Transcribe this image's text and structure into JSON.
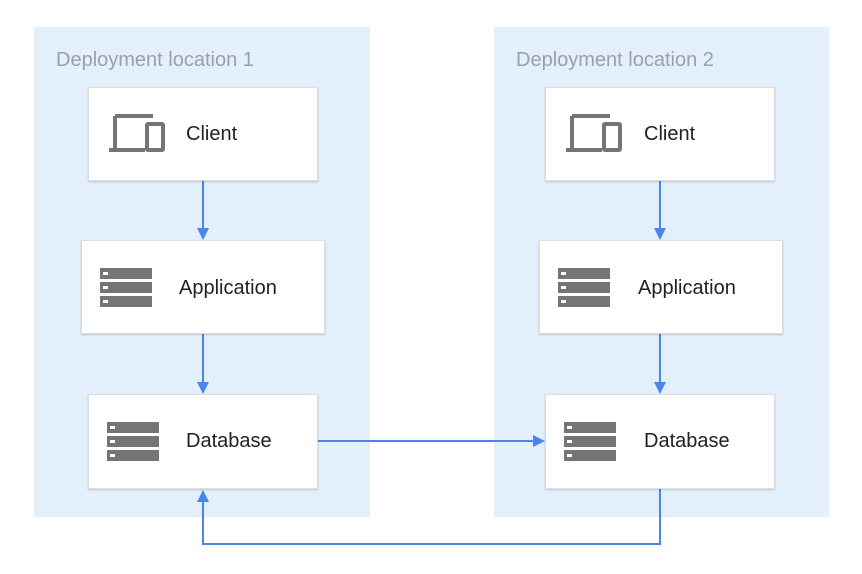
{
  "regions": [
    {
      "title": "Deployment location 1"
    },
    {
      "title": "Deployment location 2"
    }
  ],
  "nodes": {
    "client1": {
      "label": "Client",
      "icon": "devices-icon"
    },
    "app1": {
      "label": "Application",
      "icon": "server-icon"
    },
    "db1": {
      "label": "Database",
      "icon": "server-icon"
    },
    "client2": {
      "label": "Client",
      "icon": "devices-icon"
    },
    "app2": {
      "label": "Application",
      "icon": "server-icon"
    },
    "db2": {
      "label": "Database",
      "icon": "server-icon"
    }
  },
  "colors": {
    "region_fill": "#e3f0fc",
    "arrow": "#4a86e8",
    "icon": "#757575"
  }
}
